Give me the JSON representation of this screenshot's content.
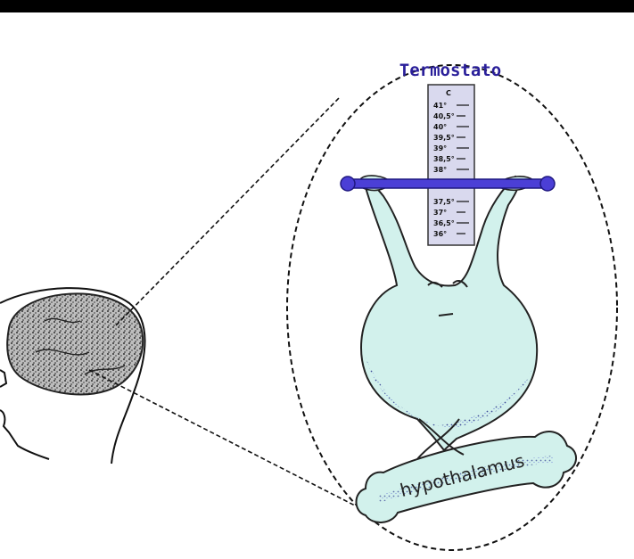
{
  "diagram": {
    "thermostat_label": "Termostato",
    "bone_label": "hypothalamus",
    "scale_unit": "C",
    "scale_marks": [
      "41°",
      "40,5°",
      "40°",
      "39,5°",
      "39°",
      "38,5°",
      "38°",
      "37,5°",
      "37°",
      "36,5°",
      "36°"
    ],
    "colors": {
      "thermostat_bar": "#4b3fd6",
      "thermostat_label": "#2a1f9a",
      "figure_fill": "#d2f1ec",
      "scale_fill": "#d9d9ee",
      "background_band": "#000000"
    }
  }
}
